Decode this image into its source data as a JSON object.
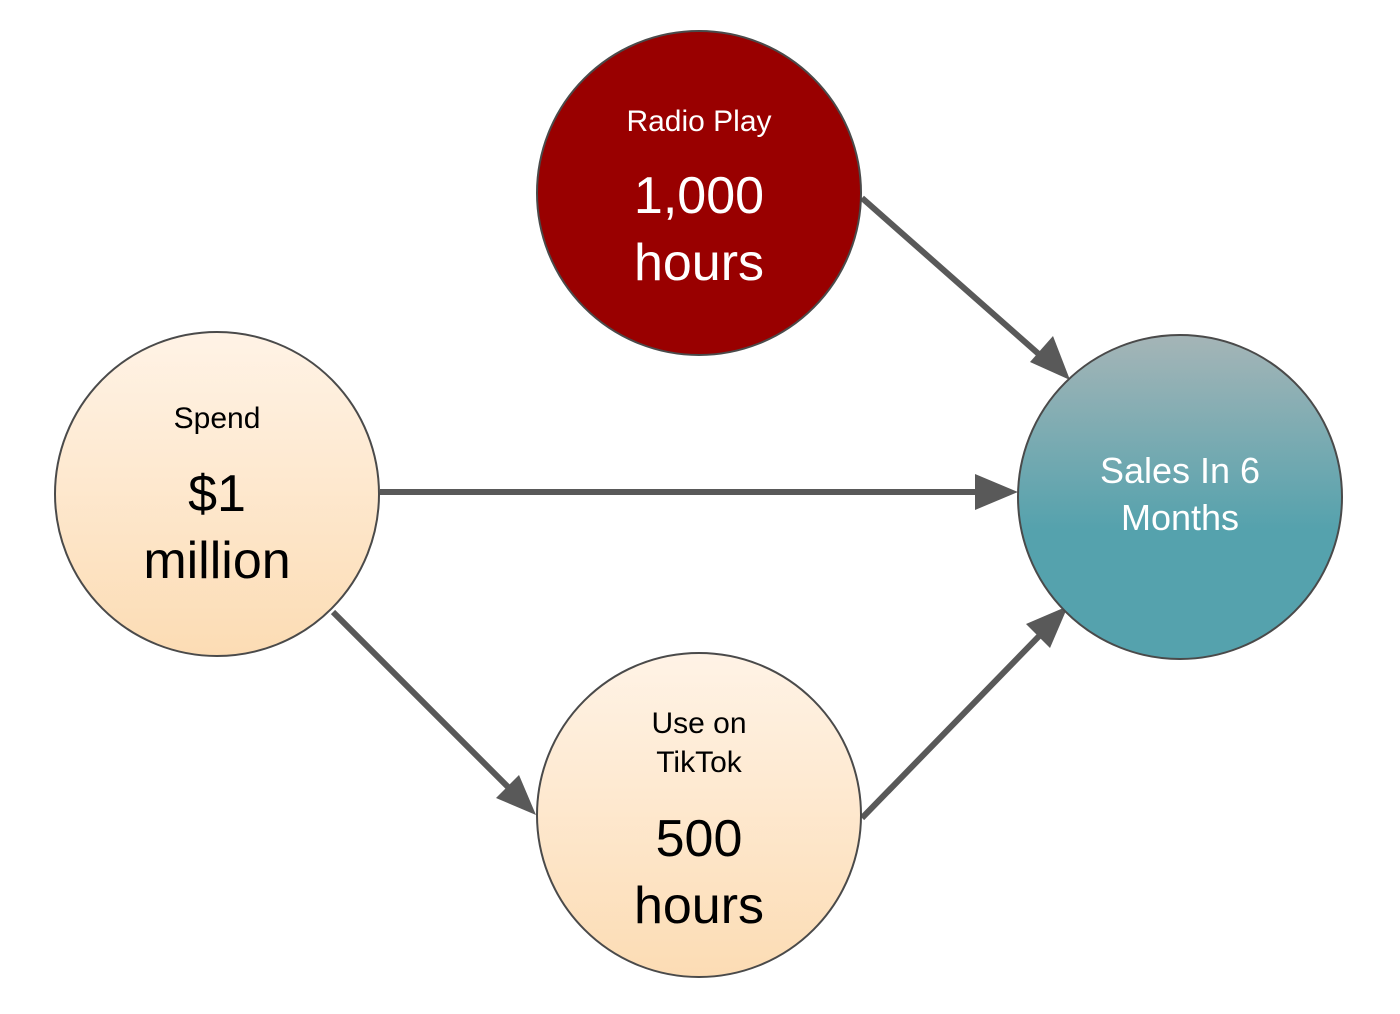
{
  "diagram": {
    "nodes": {
      "radio": {
        "label": "Radio Play",
        "value_line1": "1,000",
        "value_line2": "hours",
        "fill": "#990000",
        "text_color": "#ffffff"
      },
      "spend": {
        "label": "Spend",
        "value_line1": "$1",
        "value_line2": "million",
        "fill_top": "#fff3e6",
        "fill_bottom": "#fcdcb4",
        "text_color": "#000000"
      },
      "tiktok": {
        "label_line1": "Use on",
        "label_line2": "TikTok",
        "value_line1": "500",
        "value_line2": "hours",
        "fill_top": "#fff3e6",
        "fill_bottom": "#fcdcb4",
        "text_color": "#000000"
      },
      "sales": {
        "label_line1": "Sales In 6",
        "label_line2": "Months",
        "fill_top": "#a5b5b7",
        "fill_bottom": "#55a2ad",
        "text_color": "#ffffff"
      }
    },
    "edges": [
      {
        "from": "radio",
        "to": "sales"
      },
      {
        "from": "spend",
        "to": "sales"
      },
      {
        "from": "spend",
        "to": "tiktok"
      },
      {
        "from": "tiktok",
        "to": "sales"
      }
    ],
    "edge_color": "#595959"
  }
}
